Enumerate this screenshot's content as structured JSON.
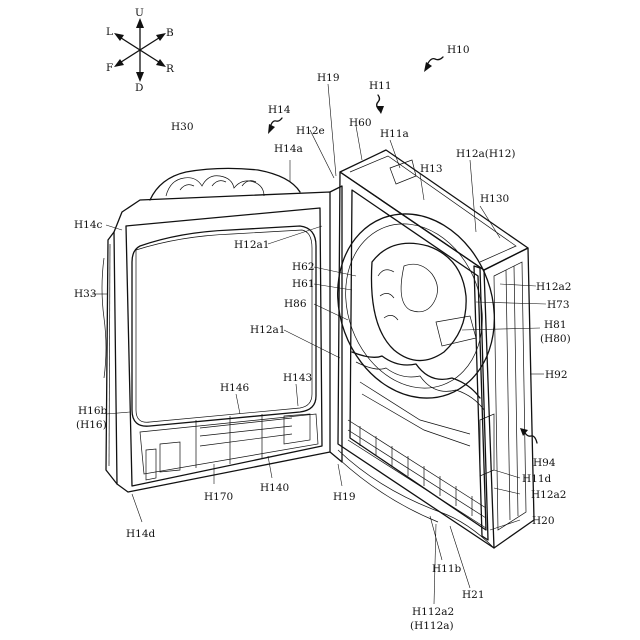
{
  "figure": {
    "axes": {
      "up": "U",
      "down": "D",
      "left": "L",
      "back": "B",
      "front": "F",
      "right": "R"
    },
    "labels": {
      "h10": "H10",
      "h11": "H11",
      "h19_top": "H19",
      "h60": "H60",
      "h11a": "H11a",
      "h14": "H14",
      "h30": "H30",
      "h12e": "H12e",
      "h14a": "H14a",
      "h13": "H13",
      "h12a_h12": "H12a(H12)",
      "h130": "H130",
      "h14c": "H14c",
      "h12a1_top": "H12a1",
      "h62": "H62",
      "h61": "H61",
      "h33": "H33",
      "h12a2_right": "H12a2",
      "h86": "H86",
      "h73": "H73",
      "h81": "H81",
      "h80": "(H80)",
      "h12a1_mid": "H12a1",
      "h92": "H92",
      "h146": "H146",
      "h143": "H143",
      "h16b": "H16b",
      "h16": "(H16)",
      "h94": "H94",
      "h11d": "H11d",
      "h12a2_bottom": "H12a2",
      "h170": "H170",
      "h140": "H140",
      "h19_bottom": "H19",
      "h20": "H20",
      "h14d": "H14d",
      "h11b": "H11b",
      "h21": "H21",
      "h112a2": "H112a2",
      "h112a": "(H112a)"
    }
  }
}
